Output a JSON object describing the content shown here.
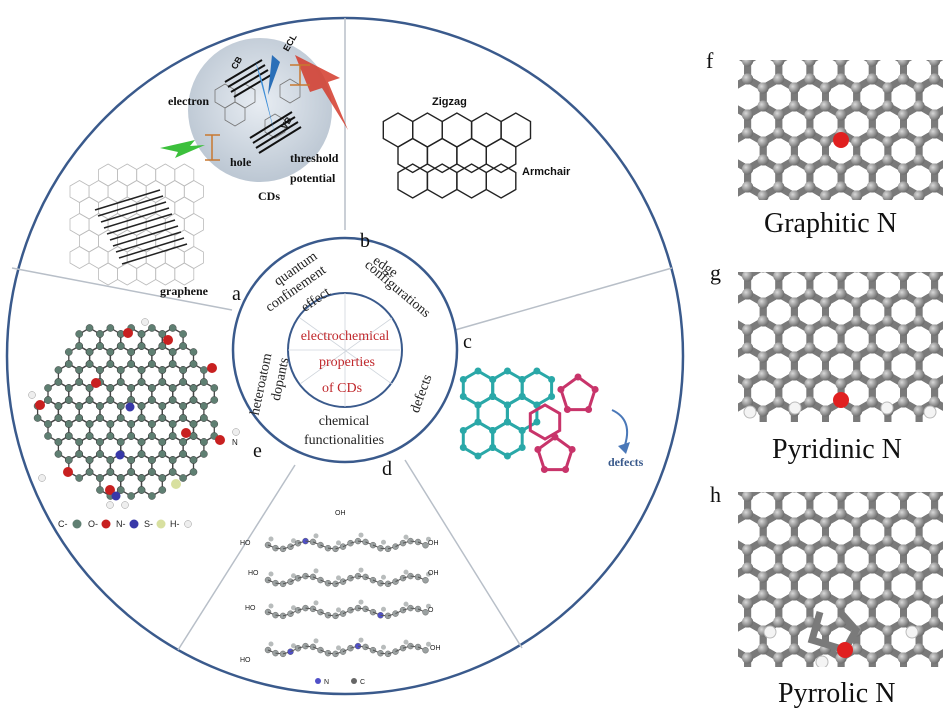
{
  "center_labels": [
    "electrochemical",
    "properties",
    "of CDs"
  ],
  "ring_labels": {
    "quantum": [
      "quantum",
      "confinement",
      "effect"
    ],
    "edge": [
      "edge",
      "configurations"
    ],
    "defects": "defects",
    "chemical": [
      "chemical",
      "functionalities"
    ],
    "heteroatom": [
      "heteroatom",
      "dopants"
    ]
  },
  "panel_letters": {
    "a": "a",
    "b": "b",
    "c": "c",
    "d": "d",
    "e": "e",
    "f": "f",
    "g": "g",
    "h": "h"
  },
  "panel_a": {
    "cb": "CB",
    "vb": "VB",
    "ecl": "ECL",
    "electron": "electron",
    "hole": "hole",
    "threshold": "threshold",
    "potential": "potential",
    "cds": "CDs",
    "graphene": "graphene"
  },
  "panel_b": {
    "zigzag": "Zigzag",
    "armchair": "Armchair"
  },
  "panel_c": {
    "defects": "defects"
  },
  "panel_d": {
    "legend_n": "N",
    "legend_c": "C",
    "oh": "OH",
    "ho": "HO",
    "o": "O",
    "n": "N"
  },
  "panel_e": {
    "legend": [
      "C-",
      "O-",
      "N-",
      "S-",
      "H-"
    ],
    "n_label": "N"
  },
  "right_panels": {
    "f_label": "Graphitic N",
    "g_label": "Pyridinic N",
    "h_label": "Pyrrolic N"
  },
  "colors": {
    "ring": "#3a5a8c",
    "center_text": "#c0282c",
    "atom_gray": "#8c8c8c",
    "nitrogen_red": "#e02020",
    "teal": "#2aa8a8",
    "magenta": "#c8346a",
    "arrow_blue": "#4a78b8"
  }
}
